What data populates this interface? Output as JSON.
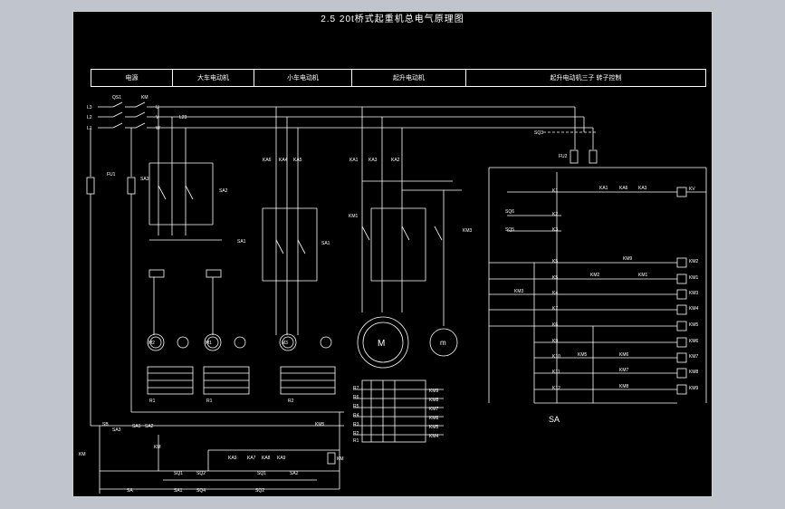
{
  "title": "2.5 20t桥式起重机总电气原理图",
  "header": {
    "cells": [
      "电源",
      "大车电动机",
      "小车电动机",
      "起升电动机",
      "起升电动机三子 转子控制"
    ]
  },
  "labels": {
    "phases": [
      "L3",
      "L2",
      "L1"
    ],
    "main_switch": "QS1",
    "main_contactor": "KM",
    "bus": [
      "U",
      "V",
      "W"
    ],
    "L23": "L23",
    "fu1": "FU1",
    "fu2": "FU2",
    "sq3": "SQ3",
    "sa2": "SA2",
    "sa1": "SA1",
    "sa3": "SA3",
    "km_trolley": [
      "KA6",
      "KA4",
      "KA5"
    ],
    "km_hoist": [
      "KA1",
      "KA3",
      "KA2"
    ],
    "km1": "KM1",
    "km3": "KM3",
    "motor_m": "M",
    "motor_m2": "m",
    "motor_small": [
      "M2",
      "M1",
      "M3"
    ],
    "r_labels": [
      "R1",
      "R1",
      "R2"
    ],
    "hoist_r": [
      "R7",
      "R6",
      "R5",
      "R4",
      "R3",
      "R2",
      "R1"
    ],
    "hoist_km": [
      "KM9",
      "KM8",
      "KM7",
      "KM6",
      "KM5",
      "KM4"
    ],
    "ctrl_k": [
      "K1",
      "K2",
      "K3",
      "K5",
      "K5",
      "K4",
      "K7",
      "K6",
      "K9",
      "K10",
      "K11",
      "K12"
    ],
    "ctrl_coils": [
      "KV",
      "KM2",
      "KM1",
      "KM3",
      "KM4",
      "KM5",
      "KM6",
      "KM7",
      "KM8",
      "KM9"
    ],
    "ctrl_mid": [
      "KA1",
      "KA6",
      "KA3",
      "KM2",
      "KM1",
      "KM9",
      "KM3",
      "KM5",
      "KM6",
      "KM7",
      "KM8"
    ],
    "sq_ctrl": [
      "SQ6",
      "SQ5"
    ],
    "sa_label": "SA",
    "bottom": [
      "SB",
      "SA3",
      "SA1",
      "SA2",
      "KM",
      "KM",
      "KM5",
      "KM"
    ],
    "bottom_row": [
      "KA9",
      "KA7",
      "KA8",
      "KA9"
    ],
    "bottom_sq": [
      "SQ1",
      "SQ2",
      "SQ1",
      "SQ2",
      "SA1",
      "SA2",
      "SQ4",
      "SA"
    ]
  },
  "colors": {
    "background": "#000000",
    "line": "#ffffff",
    "frame": "#c0c4cc"
  }
}
